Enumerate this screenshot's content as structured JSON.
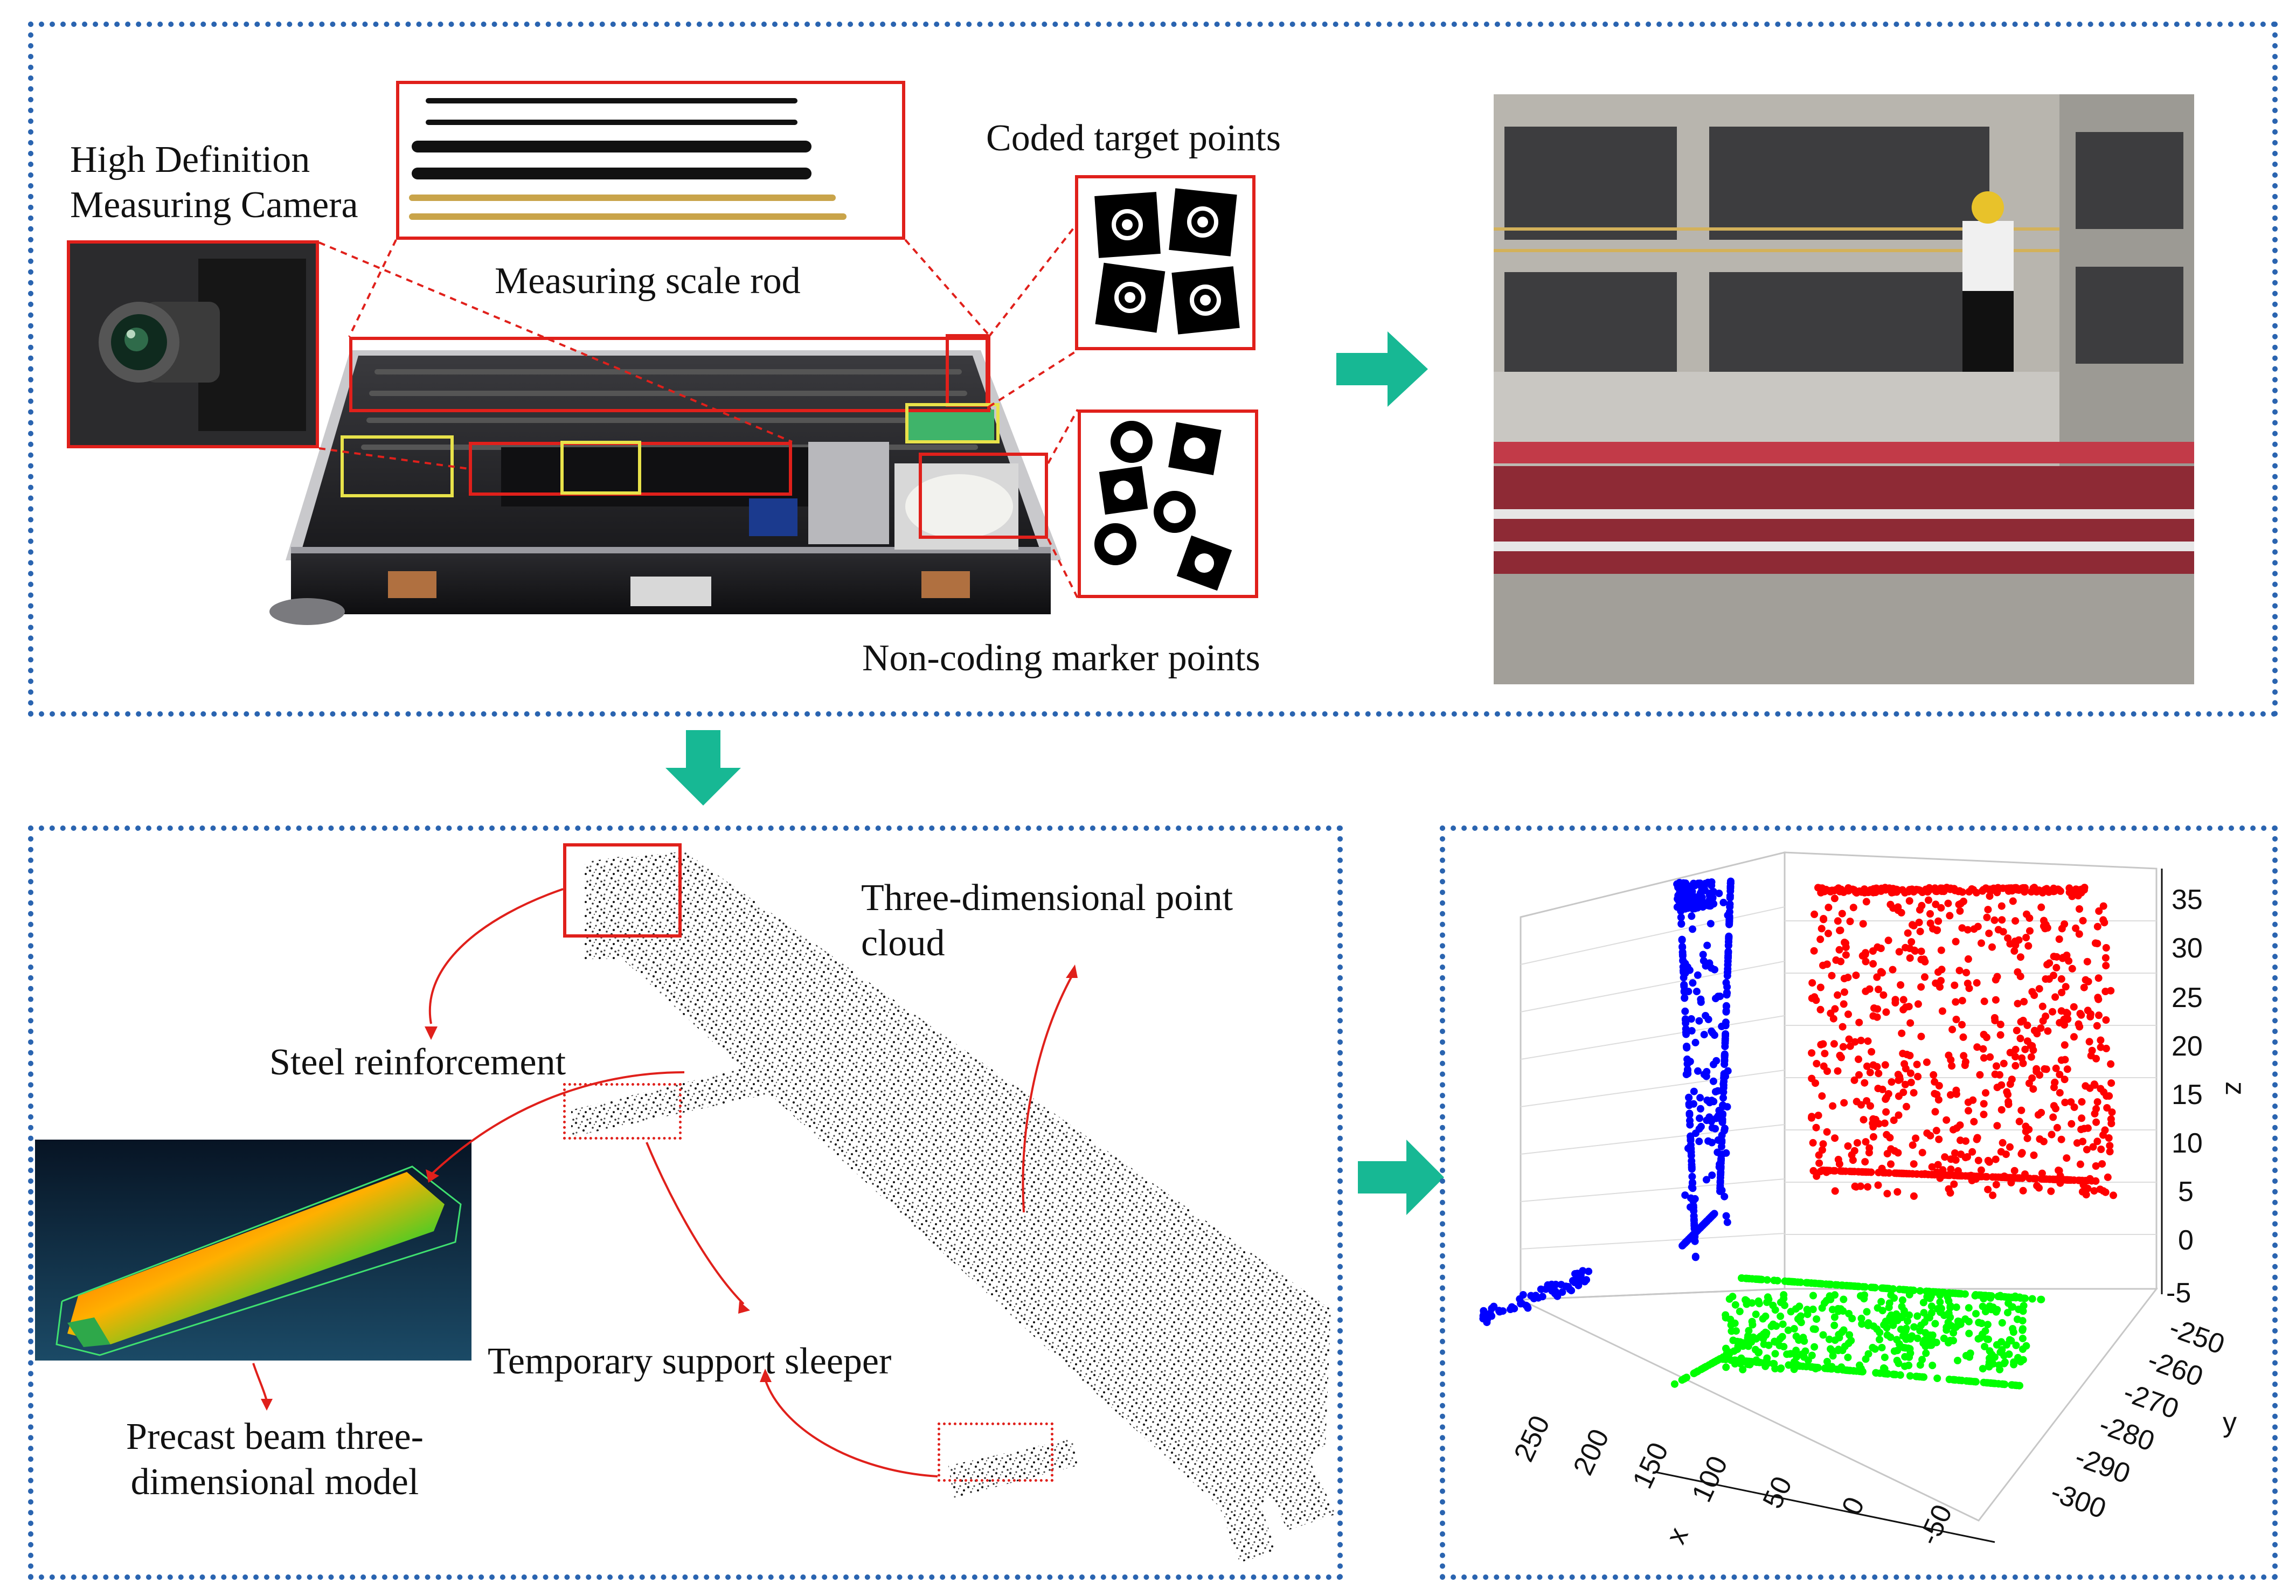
{
  "labels": {
    "camera": "High Definition Measuring Camera",
    "scale_rod": "Measuring scale rod",
    "coded_targets": "Coded target points",
    "non_coding": "Non-coding marker points",
    "point_cloud": "Three-dimensional point cloud",
    "steel": "Steel reinforcement",
    "sleeper": "Temporary support sleeper",
    "beam_model": "Precast beam three-dimensional model"
  },
  "colors": {
    "panel_border": "#2a64b0",
    "arrow": "#17b894",
    "callout": "#e0201b",
    "series_xz": "#0000ff",
    "series_yz": "#ff0000",
    "series_xy": "#00ff00"
  },
  "icons": {
    "arrow_right": "teal-arrow-right-icon",
    "arrow_down": "teal-arrow-down-icon"
  },
  "chart_data": {
    "type": "scatter",
    "projection": "3d",
    "axes": {
      "x": {
        "label": "x",
        "ticks": [
          "250",
          "200",
          "150",
          "100",
          "50",
          "0",
          "-50"
        ]
      },
      "y": {
        "label": "y",
        "ticks": [
          "-250",
          "-260",
          "-270",
          "-280",
          "-290",
          "-300"
        ]
      },
      "z": {
        "label": "z",
        "ticks": [
          "35",
          "30",
          "25",
          "20",
          "15",
          "10",
          "5",
          "0",
          "-5"
        ]
      }
    },
    "xlim": [
      -50,
      250
    ],
    "ylim": [
      -305,
      -245
    ],
    "zlim": [
      -5,
      35
    ],
    "grid": true
  }
}
